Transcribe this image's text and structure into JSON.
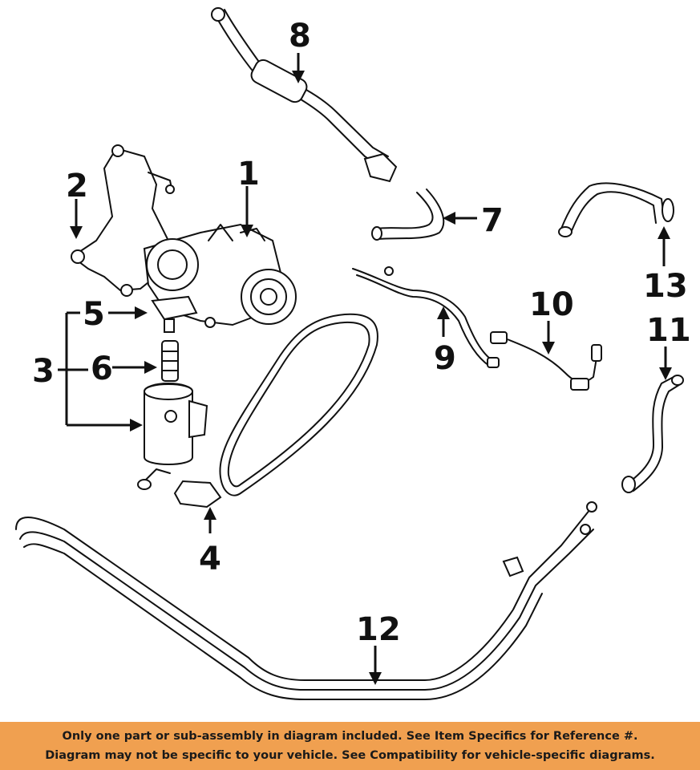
{
  "diagram": {
    "callouts": {
      "c1": "1",
      "c2": "2",
      "c3": "3",
      "c4": "4",
      "c5": "5",
      "c6": "6",
      "c7": "7",
      "c8": "8",
      "c9": "9",
      "c10": "10",
      "c11": "11",
      "c12": "12",
      "c13": "13"
    }
  },
  "disclaimer": {
    "line1": "Only one part or sub-assembly in diagram included. See Item Specifics for Reference #.",
    "line2": "Diagram may not be specific to your vehicle. See Compatibility for vehicle-specific diagrams."
  }
}
